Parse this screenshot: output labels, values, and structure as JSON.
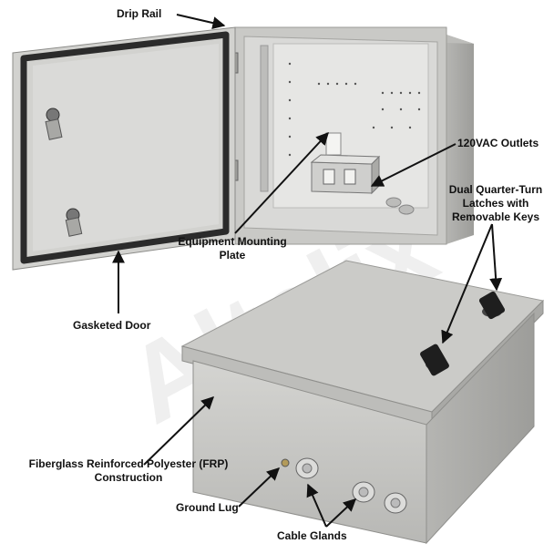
{
  "labels": {
    "drip_rail": "Drip Rail",
    "outlets": "120VAC Outlets",
    "latches_line1": "Dual Quarter-Turn",
    "latches_line2": "Latches with",
    "latches_line3": "Removable Keys",
    "mounting_line1": "Equipment Mounting",
    "mounting_line2": "Plate",
    "gasketed_door": "Gasketed Door",
    "frp_line1": "Fiberglass Reinforced Polyester (FRP)",
    "frp_line2": "Construction",
    "ground_lug": "Ground Lug",
    "cable_glands": "Cable Glands"
  },
  "watermark": {
    "text": "Altelix",
    "color": "#d8d8d8"
  },
  "colors": {
    "enclosure_body": "#c9c9c6",
    "enclosure_shadow": "#a9a9a6",
    "interior": "#dcdcda",
    "gasket": "#2b2b2b",
    "latch": "#1e1e1e",
    "arrow": "#111111"
  }
}
